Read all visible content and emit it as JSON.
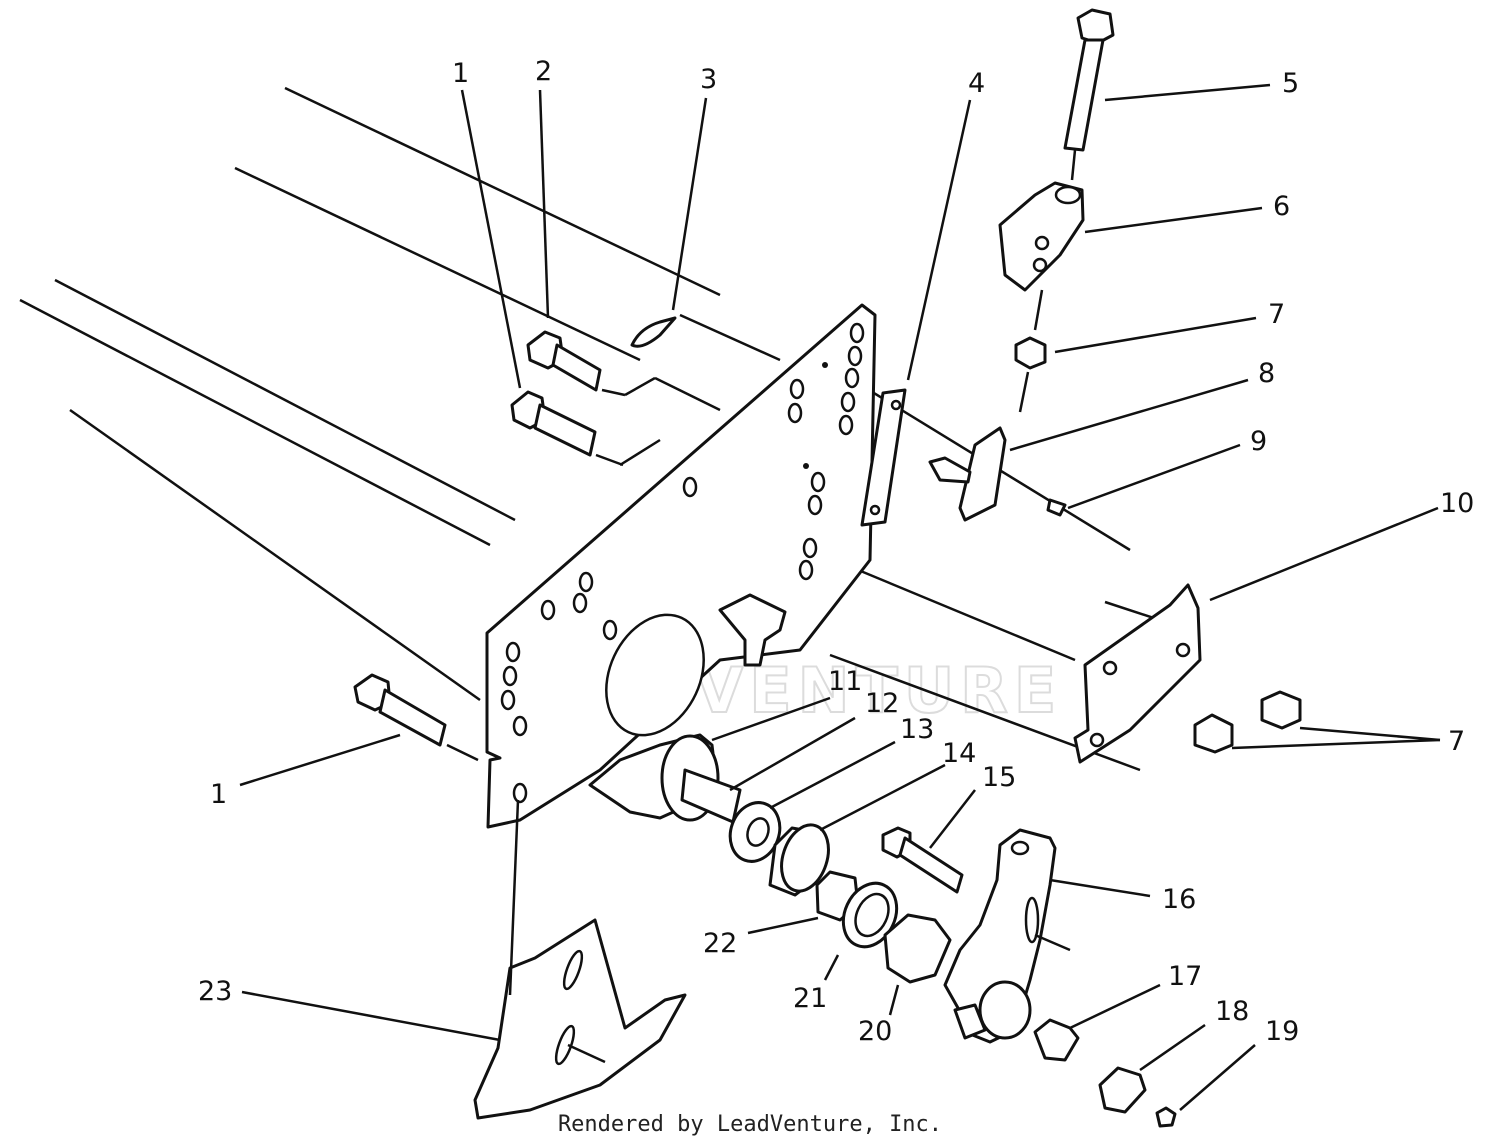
{
  "diagram": {
    "callouts": [
      "1",
      "2",
      "3",
      "4",
      "5",
      "6",
      "7",
      "8",
      "9",
      "10",
      "11",
      "12",
      "13",
      "14",
      "15",
      "16",
      "7",
      "1",
      "17",
      "18",
      "19",
      "20",
      "21",
      "22",
      "23"
    ],
    "watermark": "LEADVENTURE",
    "footer": "Rendered by LeadVenture, Inc."
  }
}
